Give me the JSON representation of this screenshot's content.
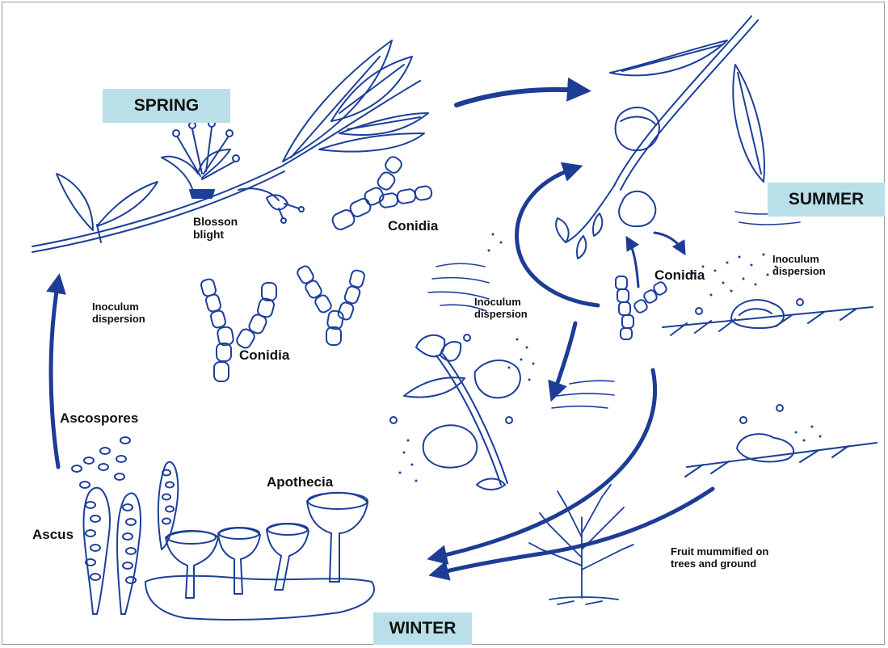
{
  "seasons": {
    "spring": "SPRING",
    "summer": "SUMMER",
    "winter": "WINTER"
  },
  "labels": {
    "blossom_blight": "Blosson\nblight",
    "conidia_spring": "Conidia",
    "conidia_center": "Conidia",
    "conidia_summer": "Conidia",
    "inoculum_left": "Inoculum\ndispersion",
    "inoculum_mid": "Inoculum\ndispersion",
    "inoculum_right": "Inoculum\ndispersion",
    "ascospores": "Ascospores",
    "ascus": "Ascus",
    "apothecia": "Apothecia",
    "fruit_mummified": "Fruit mummified on\ntrees and ground"
  },
  "colors": {
    "ink": "#1c3f9a",
    "arrow": "#1d3c95",
    "season_bg": "#b9dfe9"
  }
}
